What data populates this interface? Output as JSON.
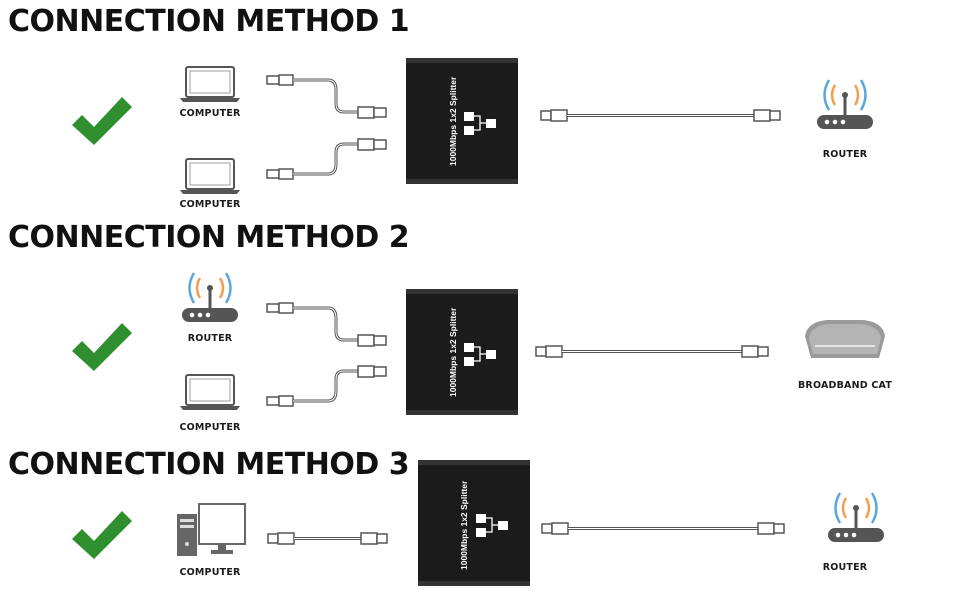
{
  "sections": [
    {
      "title": "CONNECTION METHOD 1",
      "devices_left": [
        {
          "label": "COMPUTER",
          "icon": "laptop-icon"
        },
        {
          "label": "COMPUTER",
          "icon": "laptop-icon"
        }
      ],
      "splitter_label": "1000Mbps  1x2 Splitter",
      "device_right": {
        "label": "ROUTER",
        "icon": "router-icon"
      }
    },
    {
      "title": "CONNECTION METHOD 2",
      "devices_left": [
        {
          "label": "ROUTER",
          "icon": "router-icon"
        },
        {
          "label": "COMPUTER",
          "icon": "laptop-icon"
        }
      ],
      "splitter_label": "1000Mbps  1x2 Splitter",
      "device_right": {
        "label": "BROADBAND CAT",
        "icon": "modem-icon"
      }
    },
    {
      "title": "CONNECTION METHOD 3",
      "devices_left": [
        {
          "label": "COMPUTER",
          "icon": "desktop-computer-icon"
        }
      ],
      "splitter_label": "1000Mbps  1x2 Splitter",
      "device_right": {
        "label": "ROUTER",
        "icon": "router-icon"
      }
    }
  ],
  "colors": {
    "check": "#2f8f2f",
    "splitter": "#1b1b1b",
    "cable": "#555555",
    "antenna_orange": "#f0a050",
    "antenna_blue": "#5aa8d8"
  }
}
